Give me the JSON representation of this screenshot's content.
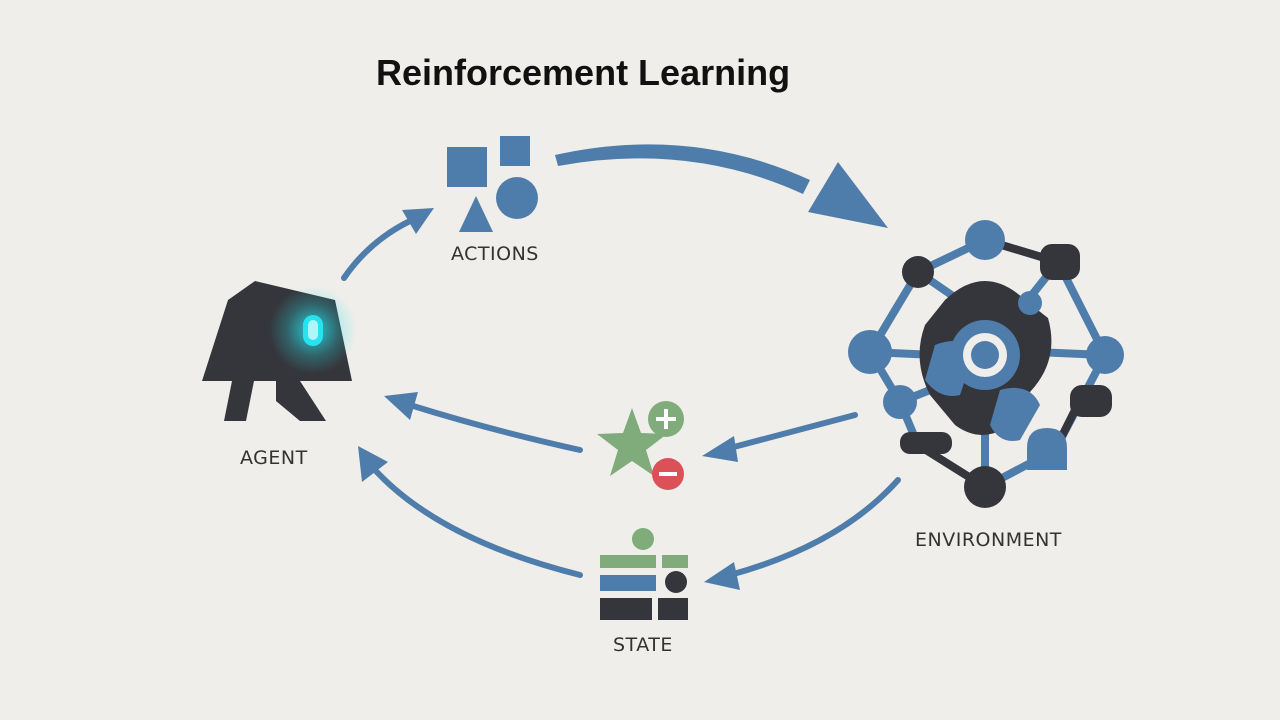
{
  "title": "Reinforcement Learning",
  "nodes": {
    "agent": "AGENT",
    "actions": "ACTIONS",
    "environment": "ENVIRONMENT",
    "state": "STATE"
  },
  "colors": {
    "background": "#efeeea",
    "primary_blue": "#4f7dab",
    "dark_gray": "#35363b",
    "glow_cyan": "#27e3ee",
    "reward_green": "#7fac7a",
    "penalty_red": "#dc5158",
    "label": "#333333"
  },
  "icons": {
    "agent": "robot-head-icon",
    "actions": "shapes-icon",
    "environment": "network-icon",
    "reward": "star-plus-minus-icon",
    "state": "state-bars-icon"
  }
}
